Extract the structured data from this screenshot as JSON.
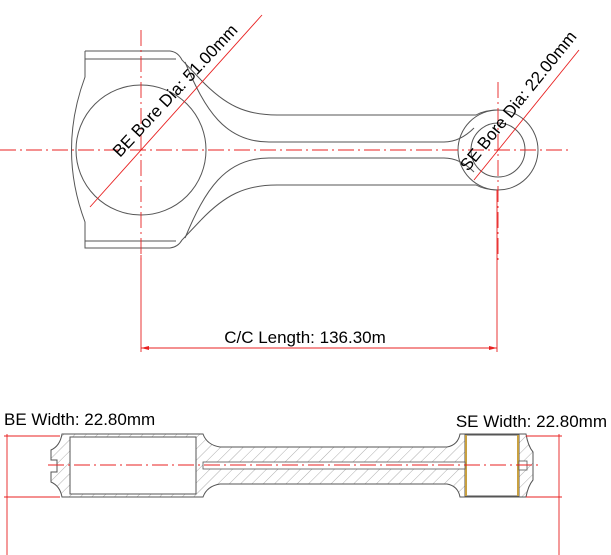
{
  "top_view": {
    "be_bore_label": "BE Bore Dia: 51.00mm",
    "se_bore_label": "SE Bore Dia: 22.00mm",
    "cc_length_label": "C/C Length: 136.30m"
  },
  "side_view": {
    "be_width_label": "BE Width: 22.80mm",
    "se_width_label": "SE Width: 22.80mm"
  },
  "colors": {
    "dimension": "#e82020",
    "outline": "#555555",
    "bushing": "#c8a040"
  }
}
